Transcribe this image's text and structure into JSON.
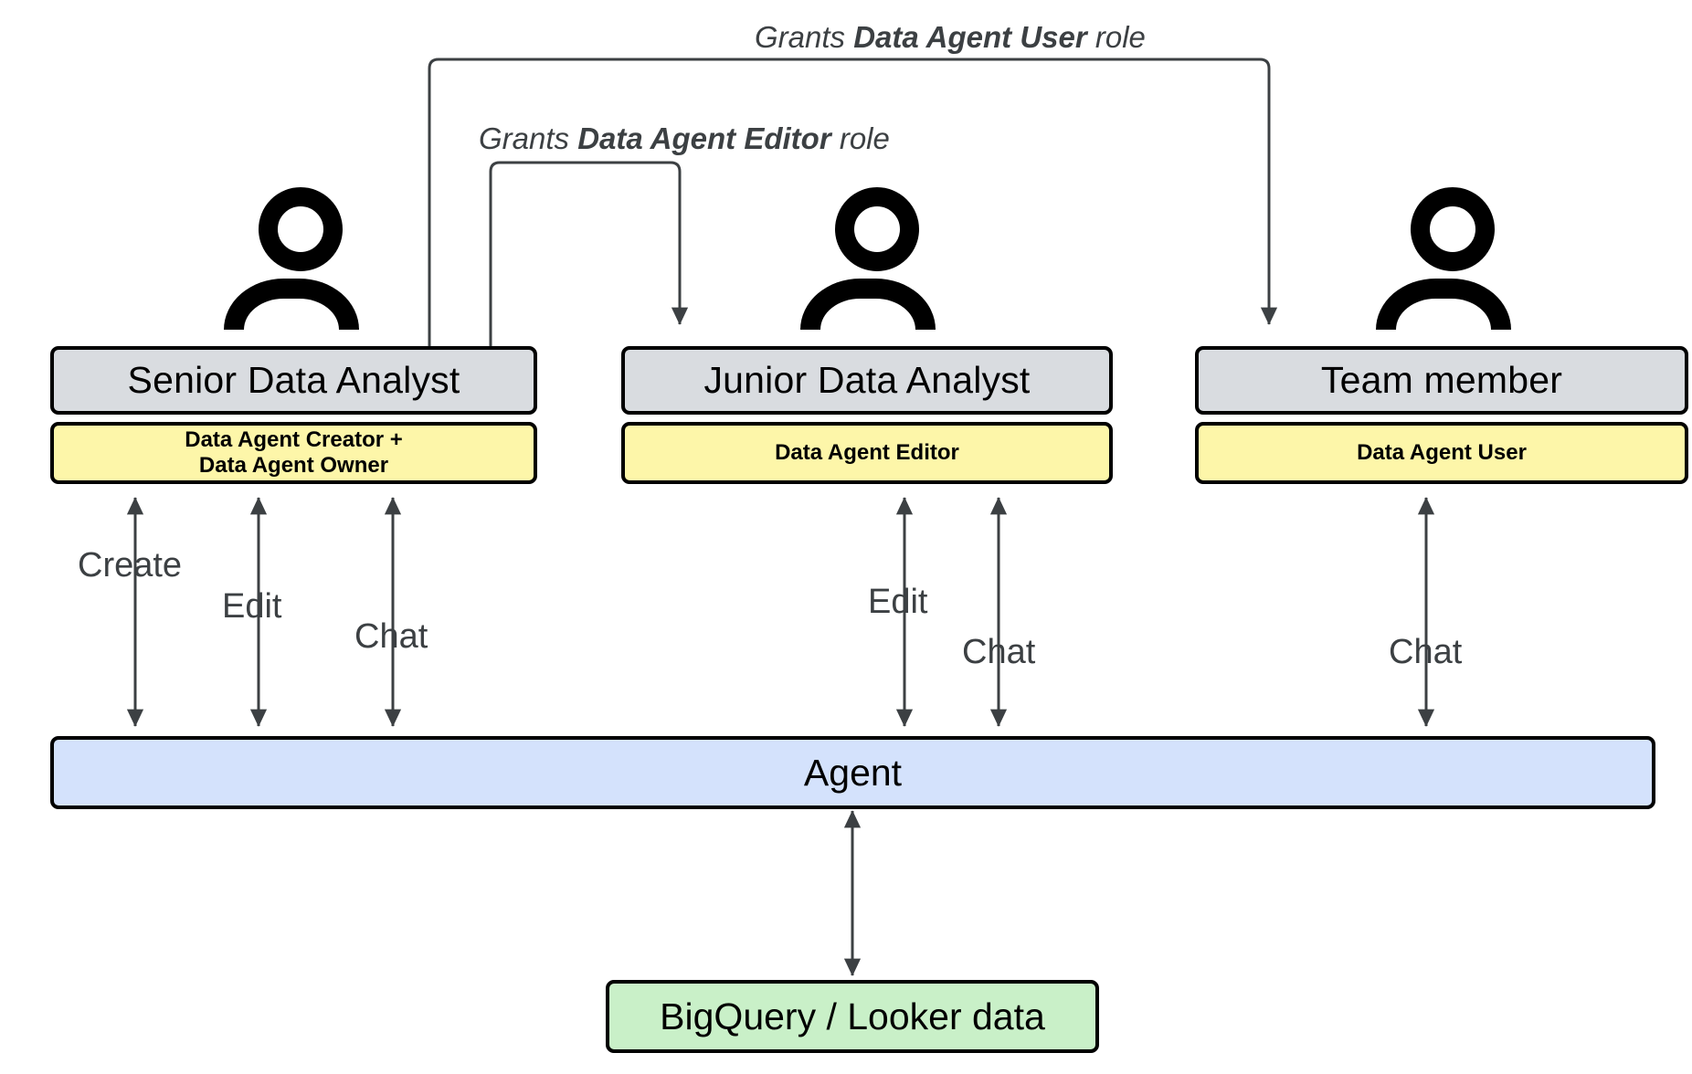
{
  "diagram": {
    "title": "Data Agent roles and access diagram",
    "colors": {
      "title_fill": "#d9dce0",
      "role_fill": "#fdf6a9",
      "agent_fill": "#d4e2fc",
      "data_fill": "#c9f0c8",
      "stroke": "#000000",
      "connector": "#3c4043"
    }
  },
  "columns": [
    {
      "person_icon": "person-icon",
      "title": "Senior Data Analyst",
      "role_line1": "Data Agent Creator +",
      "role_line2": "Data Agent Owner",
      "actions": [
        "Create",
        "Edit",
        "Chat"
      ]
    },
    {
      "person_icon": "person-icon",
      "title": "Junior Data Analyst",
      "role_line1": "Data Agent Editor",
      "role_line2": "",
      "actions": [
        "Edit",
        "Chat"
      ]
    },
    {
      "person_icon": "person-icon",
      "title": "Team member",
      "role_line1": "Data Agent User",
      "role_line2": "",
      "actions": [
        "Chat"
      ]
    }
  ],
  "grants": [
    {
      "prefix": "Grants ",
      "role": "Data Agent User",
      "suffix": " role",
      "from": "Senior Data Analyst",
      "to": "Team member"
    },
    {
      "prefix": "Grants ",
      "role": "Data Agent Editor",
      "suffix": " role",
      "from": "Senior Data Analyst",
      "to": "Junior Data Analyst"
    }
  ],
  "agent": {
    "label": "Agent"
  },
  "datasource": {
    "label": "BigQuery / Looker data"
  }
}
